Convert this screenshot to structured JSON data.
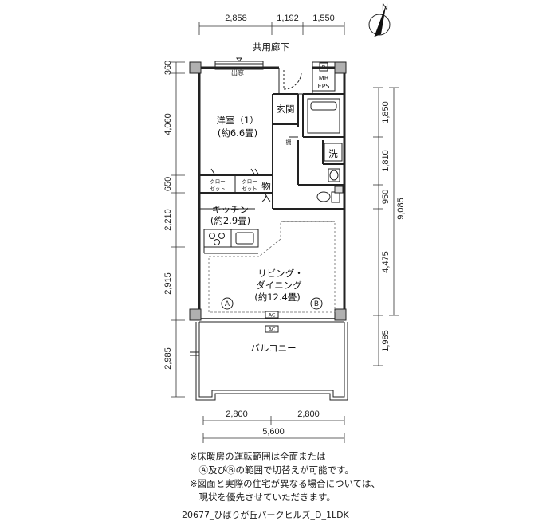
{
  "dimensions": {
    "top": [
      "2,858",
      "1,192",
      "1,550"
    ],
    "left": [
      "360",
      "4,060",
      "650",
      "2,210",
      "2,915",
      "2,985"
    ],
    "right": [
      "1,850",
      "1,810",
      "950",
      "4,475",
      "1,985"
    ],
    "right_total": "9,085",
    "bottom": [
      "2,800",
      "2,800"
    ],
    "bottom_total": "5,600"
  },
  "labels": {
    "corridor": "共用廊下",
    "bay_window_top": "出窓",
    "mb": "MB",
    "eps": "EPS",
    "b_mark": "B",
    "entrance": "玄関",
    "western_room": "洋室（1）",
    "western_room_size": "(約6.6畳)",
    "shelf": "棚",
    "wash": "洗",
    "closet_a_1": "クロー",
    "closet_a_2": "ゼット",
    "closet_b_1": "クロー",
    "closet_b_2": "ゼット",
    "storage_1": "物",
    "storage_2": "入",
    "kitchen": "キッチン",
    "kitchen_size": "(約2.9畳)",
    "living_1": "リビング・",
    "living_2": "ダイニング",
    "living_size": "(約12.4畳)",
    "zone_a": "A",
    "zone_b": "B",
    "ac_1": "AC",
    "ac_2": "AC",
    "balcony": "バルコニー"
  },
  "notes": [
    "※床暖房の運転範囲は全面または",
    "　Ⓐ及びⒷの範囲で切替えが可能です。",
    "※図面と実際の住宅が異なる場合については、",
    "　現状を優先させていただきます。"
  ],
  "footer": "20677_ひばりが丘パークヒルズ_D_1LDK",
  "compass": "N"
}
